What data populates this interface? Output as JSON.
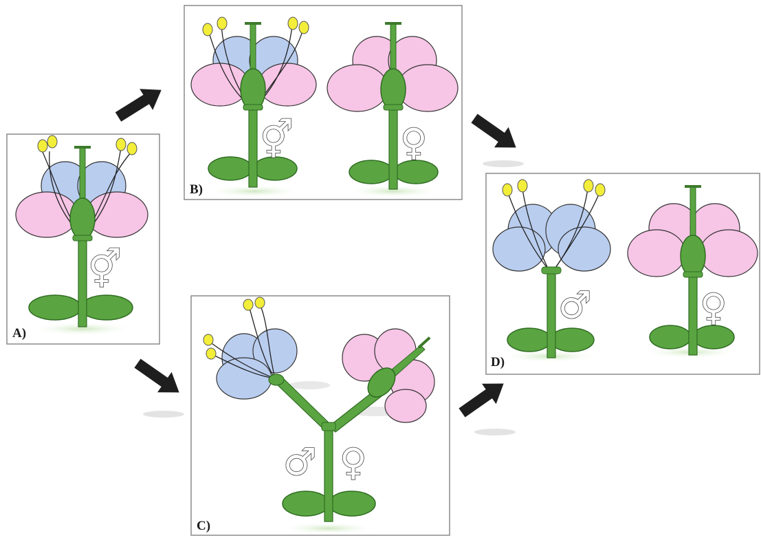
{
  "colors": {
    "stem": "#5aa541",
    "stem_dark": "#2f6b22",
    "petal_male": "#b9cdef",
    "petal_female": "#f7c5e6",
    "anther": "#f3ee3a",
    "arrow": "#1e1e1e",
    "frame": "#8a8a8a"
  },
  "panels": [
    {
      "id": "A",
      "label": "A)",
      "symbols": [
        "⚥"
      ]
    },
    {
      "id": "B",
      "label": "B)",
      "symbols": [
        "⚥",
        "♀"
      ]
    },
    {
      "id": "C",
      "label": "C)",
      "symbols": [
        "♂",
        "♀"
      ]
    },
    {
      "id": "D",
      "label": "D)",
      "symbols": [
        "♂",
        "♀"
      ]
    }
  ],
  "arrows": [
    {
      "from": "A",
      "to": "B",
      "icon": "arrow-icon"
    },
    {
      "from": "A",
      "to": "C",
      "icon": "arrow-icon"
    },
    {
      "from": "B",
      "to": "D",
      "icon": "arrow-icon"
    },
    {
      "from": "C",
      "to": "D",
      "icon": "arrow-icon"
    }
  ]
}
